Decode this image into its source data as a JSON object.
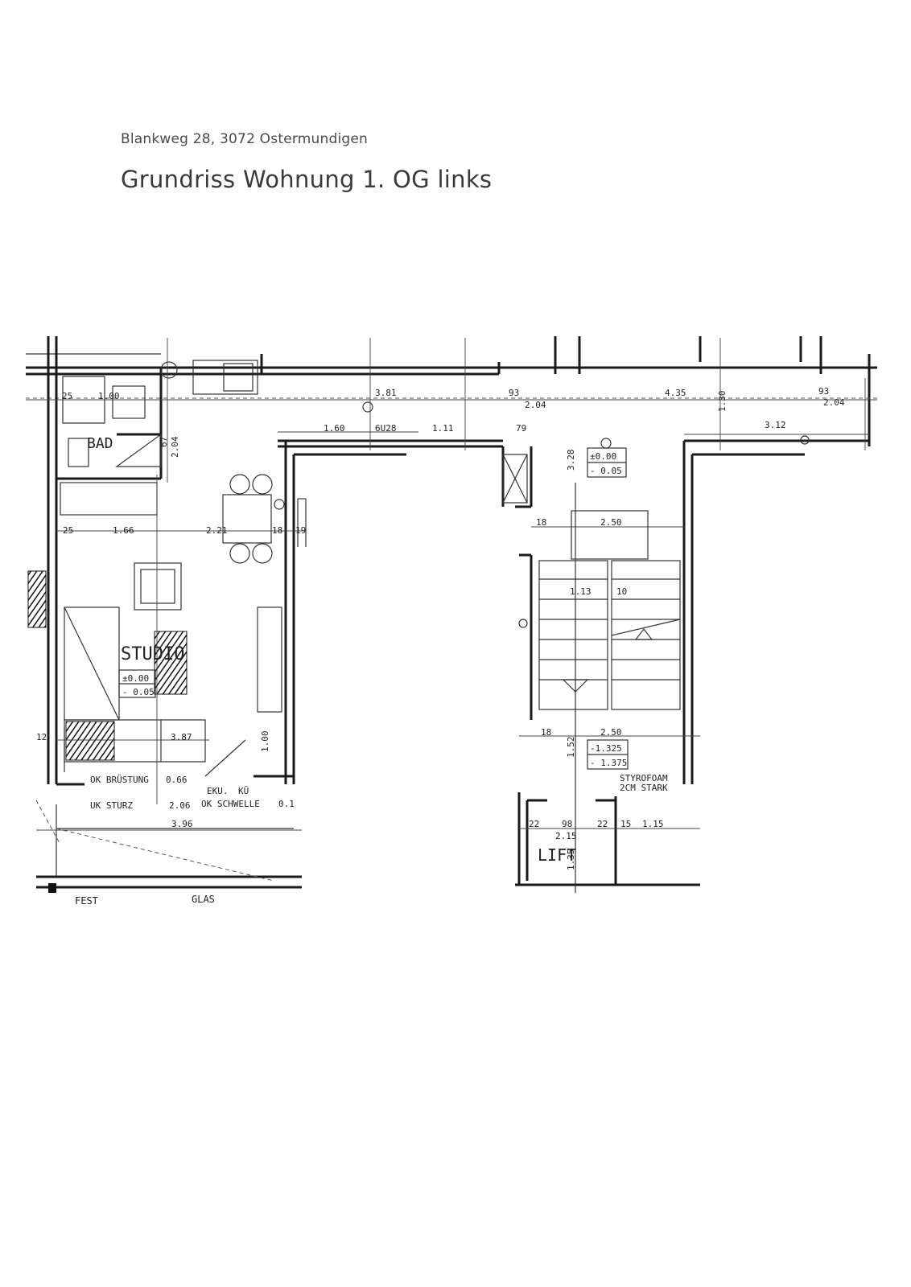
{
  "header": {
    "address": "Blankweg 28, 3072 Ostermundigen",
    "title": "Grundriss Wohnung 1. OG links"
  },
  "plan": {
    "rooms": {
      "bad": "BAD",
      "studio": "STUDIO",
      "lift": "LIFT"
    },
    "levels": {
      "studio_top": "±0.00",
      "studio_bottom": "- 0.05",
      "hall_top": "±0.00",
      "hall_bottom": "- 0.05",
      "landing_top": "-1.325",
      "landing_bottom": "- 1.375"
    },
    "notes": {
      "ok_bruestung": "OK BRÜSTUNG",
      "ok_bruestung_val": "0.66",
      "uk_sturz": "UK STURZ",
      "uk_sturz_val": "2.06",
      "ok_schwelle": "OK SCHWELLE",
      "ok_schwelle_val": "0.1",
      "eku": "EKU.",
      "ku": "KÜ",
      "fest": "FEST",
      "glas": "GLAS",
      "styrofoam_1": "STYROFOAM",
      "styrofoam_2": "2CM STARK"
    },
    "dims": {
      "d_25a": "25",
      "d_100": "1.00",
      "d_381": "3.81",
      "d_93": "93",
      "d_204a": "2.04",
      "d_435": "4.35",
      "d_130": "1.30",
      "d_93b": "93",
      "d_204b": "2.04",
      "d_160": "1.60",
      "d_6u28": "6U28",
      "d_111": "1.11",
      "d_79": "79",
      "d_312": "3.12",
      "d_204c": "2.04",
      "d_67": "67",
      "d_166": "1.66",
      "d_25b": "25",
      "d_221": "2.21",
      "d_18a": "18",
      "d_19": "19",
      "d_250a": "2.50",
      "d_18b": "18",
      "d_328": "3.28",
      "d_387": "3.87",
      "d_12": "12",
      "d_396": "3.96",
      "d_250b": "2.50",
      "d_18c": "18",
      "d_152": "1.52",
      "d_22a": "22",
      "d_98": "98",
      "d_22b": "22",
      "d_15": "15",
      "d_115": "1.15",
      "d_215": "2.15",
      "d_135": "1.35",
      "d_10": "10",
      "d_113": "1.13",
      "d_100b": "1.00"
    }
  }
}
